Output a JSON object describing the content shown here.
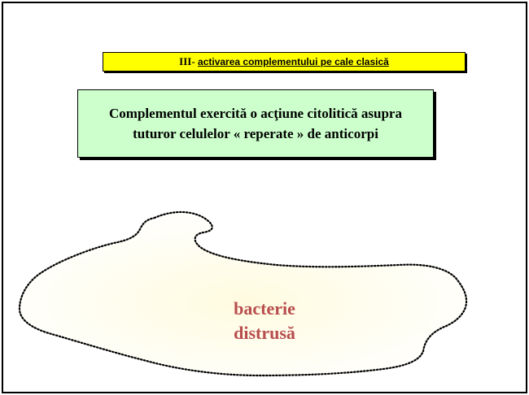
{
  "slide": {
    "title_roman": "III-",
    "title_text": "activarea complementului pe cale clasică",
    "description": "Complementul exercită o acţiune citolitică asupra tuturor celulelor « reperate » de anticorpi",
    "bacteria_line1": "bacterie",
    "bacteria_line2": "distrusă"
  },
  "colors": {
    "title_background": "#ffff00",
    "info_background": "#ccffcc",
    "bacteria_fill": "#fffbe0",
    "bacteria_text": "#b84d4d"
  }
}
